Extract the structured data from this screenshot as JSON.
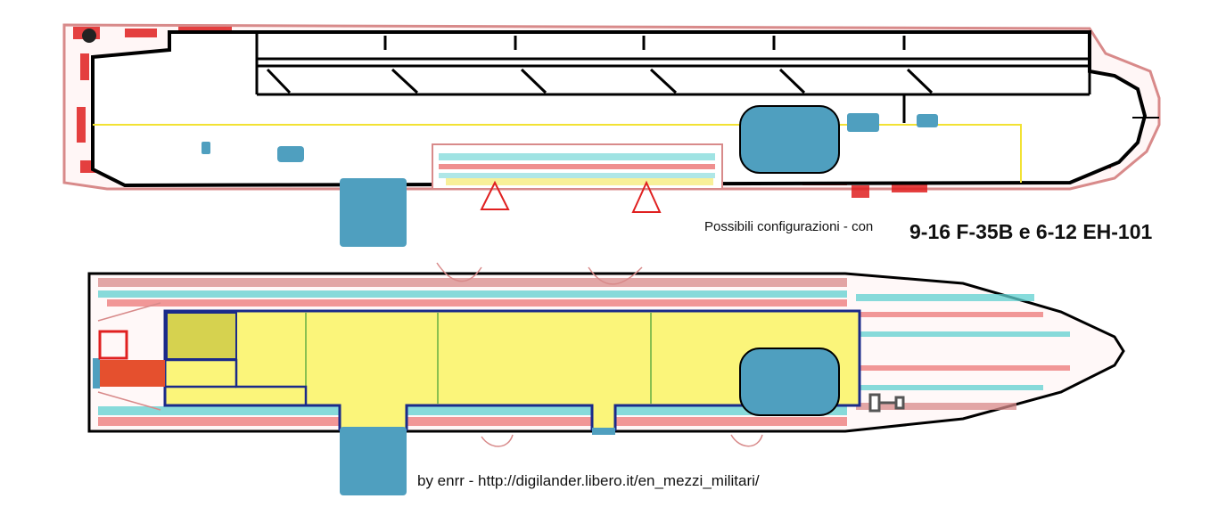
{
  "caption": {
    "prefix": "Possibili configurazioni - con",
    "config": "9-16 F-35B e 6-12 EH-101"
  },
  "credit": "by enrr - http://digilander.libero.it/en_mezzi_militari/",
  "colors": {
    "hull_outline": "#000000",
    "deck_line": "#f2e233",
    "elevator": "#4f9fbf",
    "hangar_fill": "#fbf57a",
    "hangar_border": "#1a2a8a",
    "hangar_divider": "#8ac050",
    "olive_zone": "#d6d24f",
    "red_zone": "#e5502e",
    "detail_red": "#e02020",
    "detail_pink": "#d88a8a",
    "detail_cyan": "#5fd0d0"
  },
  "icons": [
    "flight-deck-plan",
    "hangar-deck-plan",
    "elevator-marker",
    "anchor-marker"
  ]
}
